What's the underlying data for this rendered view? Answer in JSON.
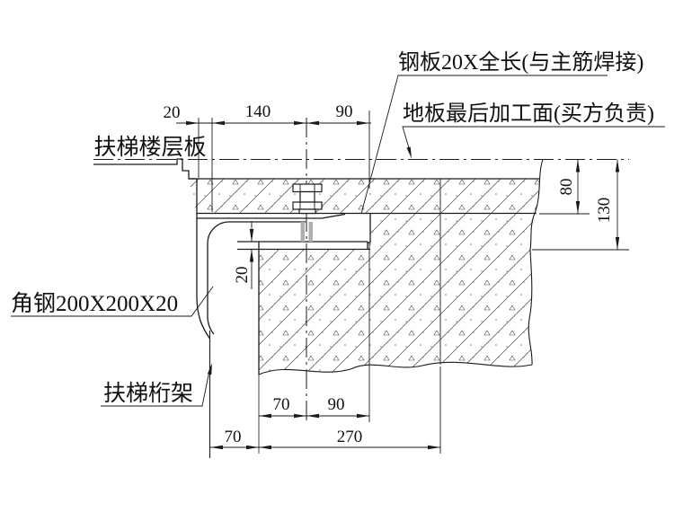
{
  "drawing": {
    "labels": {
      "floor_plate": "扶梯楼层板",
      "angle_steel": "角钢200X200X20",
      "truss": "扶梯桁架",
      "steel_plate_note": "钢板20X全长(与主筋焊接)",
      "floor_finish_note": "地板最后加工面(买方负责)"
    },
    "dims": {
      "top_angle_thk": "20",
      "top_to_bolt": "140",
      "top_to_edge": "90",
      "right_upper": "80",
      "right_total": "130",
      "plate_thk": "20",
      "bot_left": "70",
      "bot_mid": "90",
      "bot_outer_left": "70",
      "bot_total": "270"
    },
    "colors": {
      "line": "#1a1a1a",
      "hatch": "#4a4a4a",
      "shank_gray": "#b0b0b0",
      "background": "#ffffff"
    }
  }
}
